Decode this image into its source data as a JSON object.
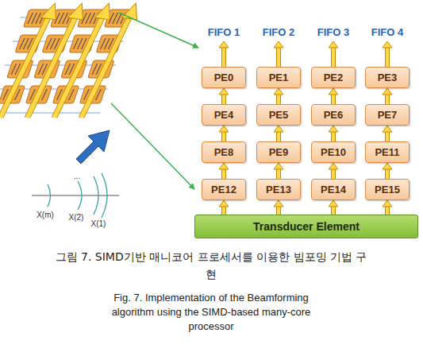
{
  "diagram": {
    "caption": "그림 7. SIMD기반 매니코어 프로세서를 이용한 빔포밍 기법 구현",
    "nodes": [
      {
        "text": [
          "PE0"
        ]
      },
      {
        "text": [
          "PE1"
        ]
      },
      {
        "text": [
          "PE2"
        ]
      },
      {
        "text": [
          "PE3"
        ]
      },
      {
        "text": [
          "PE4"
        ]
      },
      {
        "text": [
          "PE5"
        ]
      },
      {
        "text": [
          "PE6"
        ]
      },
      {
        "text": [
          "PE7"
        ]
      },
      {
        "text": [
          "PE8"
        ]
      },
      {
        "text": [
          "PE9"
        ]
      },
      {
        "text": [
          "PE10"
        ]
      },
      {
        "text": [
          "PE11"
        ]
      },
      {
        "text": [
          "PE12"
        ]
      },
      {
        "text": [
          "PE13"
        ]
      },
      {
        "text": [
          "PE14"
        ]
      },
      {
        "text": [
          "PE15"
        ]
      },
      {
        "text": [
          "Transducer Element"
        ]
      }
    ],
    "edges": [
      {
        "from": 16,
        "to": 12,
        "arrow": "to"
      },
      {
        "from": 12,
        "to": 8,
        "arrow": "to"
      },
      {
        "from": 8,
        "to": 4,
        "arrow": "to"
      },
      {
        "from": 4,
        "to": 0,
        "arrow": "to"
      },
      {
        "from": 16,
        "to": 13,
        "arrow": "to"
      },
      {
        "from": 13,
        "to": 9,
        "arrow": "to"
      },
      {
        "from": 9,
        "to": 5,
        "arrow": "to"
      },
      {
        "from": 5,
        "to": 1,
        "arrow": "to"
      },
      {
        "from": 16,
        "to": 14,
        "arrow": "to"
      },
      {
        "from": 14,
        "to": 10,
        "arrow": "to"
      },
      {
        "from": 10,
        "to": 6,
        "arrow": "to"
      },
      {
        "from": 6,
        "to": 2,
        "arrow": "to"
      },
      {
        "from": 16,
        "to": 15,
        "arrow": "to"
      },
      {
        "from": 15,
        "to": 11,
        "arrow": "to"
      },
      {
        "from": 11,
        "to": 7,
        "arrow": "to"
      },
      {
        "from": 7,
        "to": 3,
        "arrow": "to"
      }
    ],
    "labels": [
      "FIFO 1",
      "FIFO 2",
      "FIFO 3",
      "FIFO 4",
      "...",
      "X(m)",
      "X(2)",
      "X(1)",
      "Fig. 7. Implementation of the Beamforming algorithm using the SIMD-based many-core processor"
    ]
  }
}
